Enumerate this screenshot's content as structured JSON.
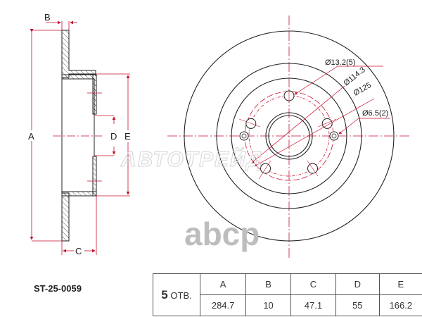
{
  "part_number": "ST-25-0059",
  "watermarks": {
    "brand": "АВТОТРЕЙД",
    "logo": "abcp"
  },
  "side_view": {
    "labels": {
      "A": "A",
      "B": "B",
      "C": "C",
      "D": "D",
      "E": "E"
    }
  },
  "front_view": {
    "callouts": [
      {
        "id": "bolt-hole",
        "text": "Ø13.2(5)"
      },
      {
        "id": "pcd",
        "text": "Ø114.3"
      },
      {
        "id": "circle-125",
        "text": "Ø125"
      },
      {
        "id": "screw-hole",
        "text": "Ø6.5(2)"
      }
    ]
  },
  "spec_table": {
    "holes_count": "5",
    "holes_unit": "ОТВ.",
    "headers": [
      "A",
      "B",
      "C",
      "D",
      "E"
    ],
    "values": [
      "284.7",
      "10",
      "47.1",
      "55",
      "166.2"
    ]
  },
  "colors": {
    "dimension_red": "#c8102e",
    "outline": "#1a1a1a",
    "watermark_gray": "#bdbdbd"
  }
}
